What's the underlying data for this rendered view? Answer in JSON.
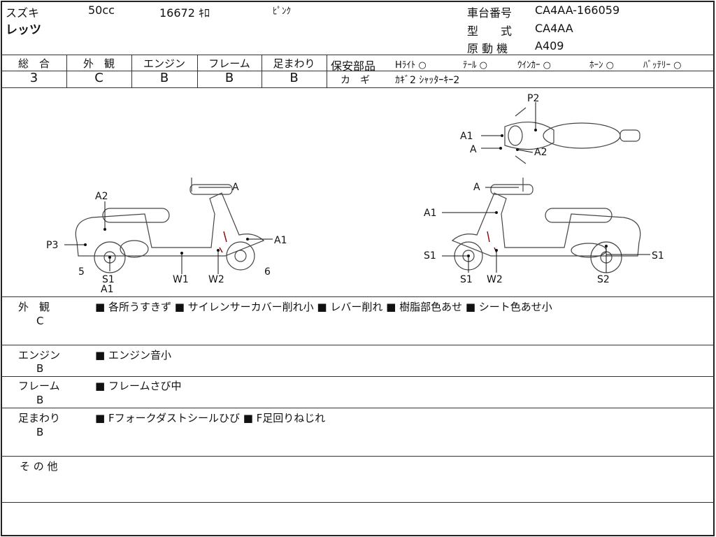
{
  "header": {
    "maker": "スズキ",
    "displacement": "50cc",
    "mileage": "16672 ｷﾛ",
    "color": "ﾋﾟﾝｸ",
    "model": "レッツ",
    "frame_no_label": "車台番号",
    "frame_no": "CA4AA-166059",
    "type_label": "型　　式",
    "type": "CA4AA",
    "engine_label": "原 動 機",
    "engine": "A409"
  },
  "grades": [
    {
      "label": "総　合",
      "value": "3"
    },
    {
      "label": "外　観",
      "value": "C"
    },
    {
      "label": "エンジン",
      "value": "B"
    },
    {
      "label": "フレーム",
      "value": "B"
    },
    {
      "label": "足まわり",
      "value": "B"
    }
  ],
  "safety": {
    "label": "保安部品",
    "items": [
      "Hﾗｲﾄ ○",
      "ﾃｰﾙ ○",
      "ｳｲﾝｶｰ ○",
      "ﾎｰﾝ ○",
      "ﾊﾞｯﾃﾘｰ ○"
    ],
    "key_label": "カ　ギ",
    "key_value": "ｶｷﾞ2 ｼｬｯﾀｰｷｰ2"
  },
  "diagram": {
    "left": [
      "A",
      "A2",
      "A1",
      "P3",
      "5",
      "S1",
      "A1",
      "W1",
      "W2",
      "6"
    ],
    "right": [
      "A",
      "A1",
      "S1",
      "S1",
      "W2",
      "S2",
      "S1"
    ],
    "top": [
      "P2",
      "A1",
      "A",
      "A2"
    ]
  },
  "notes": [
    {
      "label": "外　観",
      "grade": "C",
      "text": "■ 各所うすきず ■ サイレンサーカバー削れ小 ■ レバー削れ ■ 樹脂部色あせ ■ シート色あせ小"
    },
    {
      "label": "エンジン",
      "grade": "B",
      "text": "■ エンジン音小"
    },
    {
      "label": "フレーム",
      "grade": "B",
      "text": "■ フレームさび中"
    },
    {
      "label": "足まわり",
      "grade": "B",
      "text": "■ Fフォークダストシールひび ■ F足回りねじれ"
    },
    {
      "label": "そ の 他",
      "grade": "",
      "text": ""
    }
  ]
}
